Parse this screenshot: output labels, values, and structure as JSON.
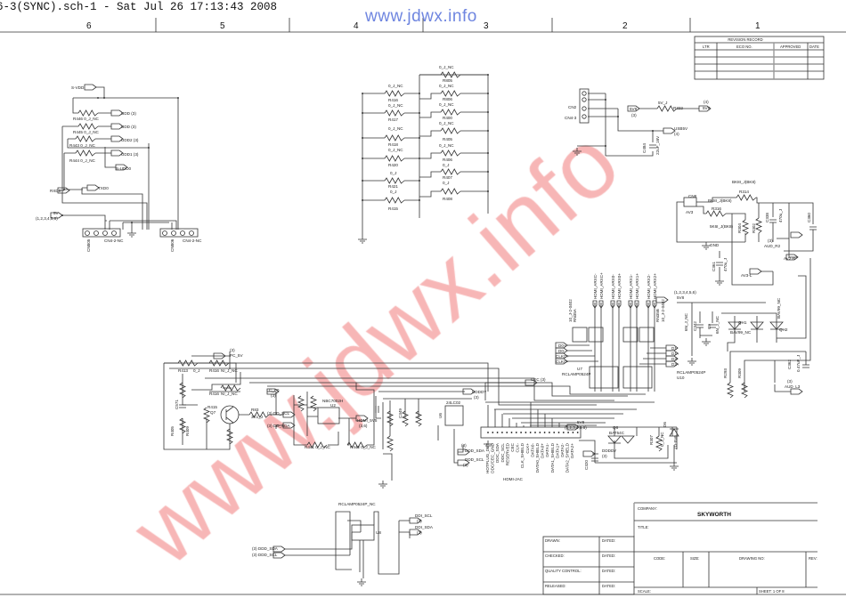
{
  "header": {
    "file_title": "6-3(SYNC).sch-1 - Sat Jul 26 17:13:43 2008",
    "watermark_top": "www.jdwx.info",
    "watermark_big": "www.jdwx.info",
    "zones": [
      "6",
      "5",
      "4",
      "3",
      "2",
      "1"
    ]
  },
  "revision": {
    "title": "REVISION RECORD",
    "cols": [
      "LTR",
      "ECO NO.",
      "APPROVED",
      "DATE"
    ]
  },
  "title_block": {
    "company_label": "COMPANY:",
    "company": "SKYWORTH",
    "title_label": "TITLE:",
    "drawn": "DRAWN:",
    "checked": "CHECKED:",
    "quality_control": "QUALITY CONTROL:",
    "released": "RELEASED:",
    "dated": "DATED:",
    "code": "CODE:",
    "size": "SIZE:",
    "drawing_no": "DRAWING NO:",
    "rev": "REV:",
    "scale": "SCALE:",
    "sheet": "SHEET:   1 OF    8"
  },
  "schematic": {
    "labels": [
      "S-VDD",
      "UDD  (3)",
      "R446  0_J_NC",
      "UDD  (3)",
      "R445  0_J_NC",
      "UDD2  (3)",
      "R443  0_J_NC",
      "UDD1  (3)",
      "R444  0_J_NC",
      "S-UDD0",
      "TXD0",
      "RXD0",
      "5V",
      "(1,2,3,4,5,6)",
      "CN4-2-NC",
      "CN805",
      "CN4-2-NC",
      "CN806",
      "0_J_NC",
      "R805",
      "0_J_NC",
      "R806",
      "0_J_NC",
      "R400",
      "0_J_NC",
      "R405",
      "0_J_NC",
      "R406",
      "0_J",
      "R407",
      "0_J",
      "R408",
      "0_J_NC",
      "R416",
      "0_J_NC",
      "R417",
      "0_J_NC",
      "R418",
      "0_J_NC",
      "R420",
      "0_J",
      "R421",
      "0_J",
      "R415",
      "CN2",
      "CN4-3",
      "5V8",
      "(3)",
      "5V_J",
      "R322",
      "(4)",
      "5V8",
      "USB5V",
      "(4)",
      "C484",
      "22uF_16V",
      "BK8I_J(BK8)",
      "R314",
      "CN8",
      "AV3",
      "BK8I_J(BK8)",
      "R316",
      "5K6I_J(BK8)",
      "R304",
      "R302",
      "C338",
      "470u_J",
      "C360",
      "GND",
      "(3)",
      "AUD_R2",
      "AV2-R",
      "C361",
      "470u_J",
      "AV3-L",
      "(1,2,3,4,5,6)",
      "5V8",
      "C342",
      "C9",
      "6N_J_NC",
      "6N_J_NC",
      "QH1",
      "BAV99_NC",
      "QH2",
      "BAV99_NC",
      "C362",
      "0.47uF_J",
      "(3)",
      "AUD_L3",
      "R293",
      "R309",
      "HDMI_ARXC-",
      "HDMI_ARXC+",
      "HDMI_ARX0-",
      "HDMI_ARX0+",
      "HDMI_ARX1-",
      "HDMI_ARX1+",
      "HDMI_ARX2-",
      "HDMI_ARX2+",
      "D0+",
      "D0-",
      "CLKO+",
      "CLKO-",
      "D1-",
      "D1+",
      "D2-",
      "D2+",
      "U7",
      "RCLAMP0524P",
      "RCLAMP0524P",
      "U10",
      "RN35A",
      "10_J-2-0402",
      "RN35B",
      "10_J-2-0402",
      "(3)",
      "PC_5V",
      "R413",
      "0_J",
      "R416",
      "NI_J_NC",
      "R416",
      "NI_J_NC",
      "R415",
      "Q7",
      "R83",
      "3K1_J",
      "C_P0",
      "(3)",
      "(3)  DD_SCL",
      "(3)  DD_SDA",
      "NBC7002H",
      "U2",
      "HDMI_5V5",
      "(3,6)",
      "R441  0_J_NC",
      "R442  0_J_NC",
      "C571",
      "R405",
      "R409",
      "DDDDY",
      "(3)",
      "CEC  (3)",
      "24LC02",
      "U6",
      "(3)",
      "DDD_SDA",
      "DDD_SCL",
      "(3)",
      "HDMI-JAC",
      "5V8",
      "(1,2,3,4,5,6)",
      "Q6",
      "BAT54C",
      "DDDDY",
      "(3)",
      "D6",
      "ZD-5V6",
      "R307",
      "0_J_NC",
      "C320",
      "C349",
      "RCLAMP0524P_NC",
      "DDI_SCL",
      "(3)",
      "DDI_SDA",
      "(3)",
      "U8",
      "(3)  DDD_SDA",
      "(3)  DDD_SCL",
      "HOTPLUG_DET",
      "DDC/CEC_GND",
      "DDC_SDA",
      "DDC_SCL",
      "RESERVED",
      "CEC",
      "CLK-",
      "CLK_SHIELD",
      "CLK+",
      "DATA0-",
      "DATA0_SHIELD",
      "DATA0+",
      "DATA1-",
      "DATA1_SHIELD",
      "DATA1+",
      "DATA2-",
      "DATA2_SHIELD",
      "DATA2+"
    ]
  },
  "colors": {
    "watermark_red": "#f07a7a",
    "watermark_blue": "#6f86e0"
  }
}
